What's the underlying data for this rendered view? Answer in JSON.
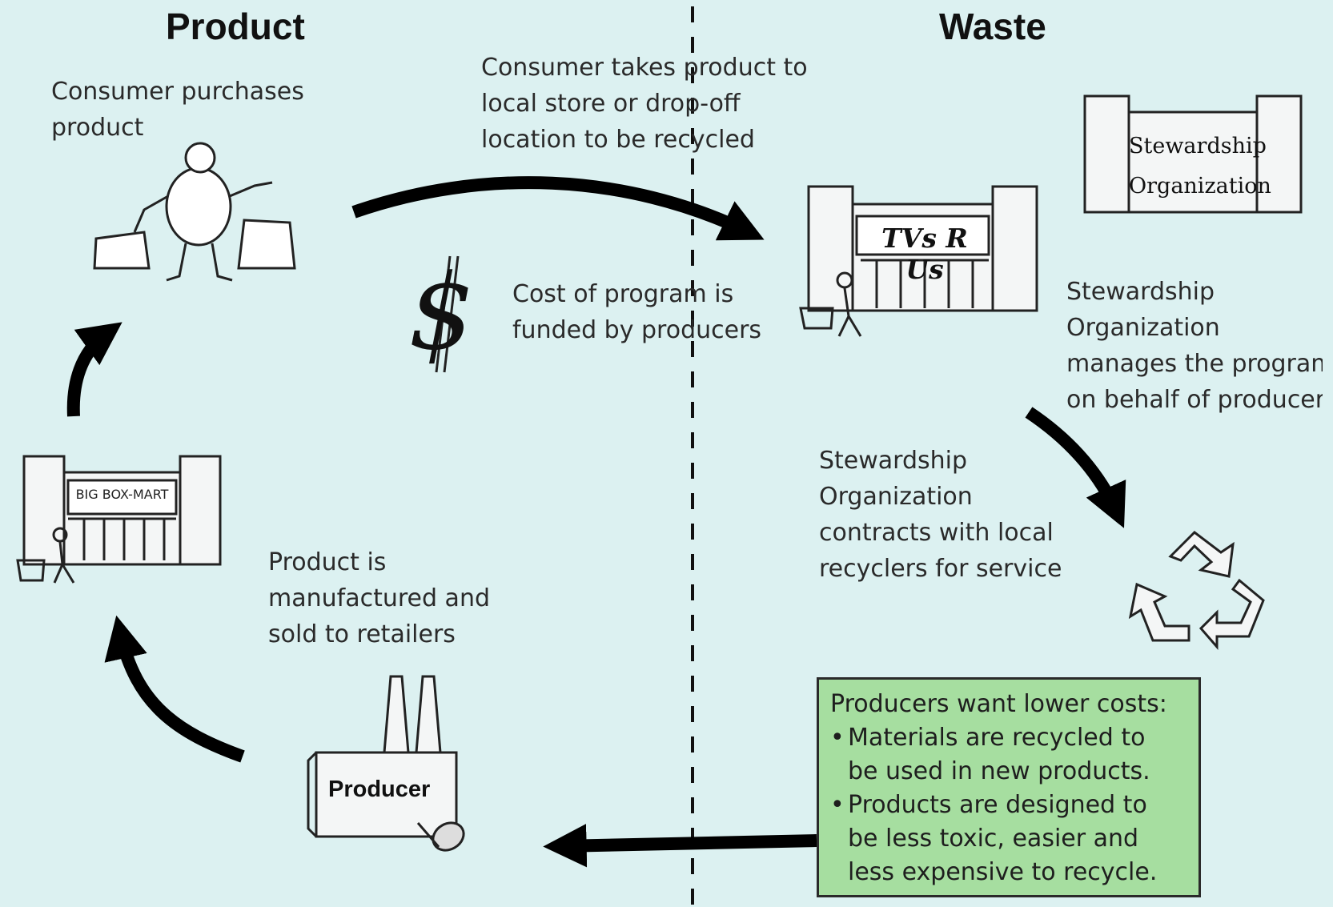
{
  "headings": {
    "left": "Product",
    "right": "Waste"
  },
  "captions": {
    "consumer": [
      "Consumer purchases",
      "product"
    ],
    "takes_back": [
      "Consumer takes product to",
      "local store or drop-off",
      "location to be recycled"
    ],
    "cost": [
      "Cost of program is",
      "funded by producers"
    ],
    "manages": [
      "Stewardship",
      "Organization",
      "manages the program",
      "on behalf of producers"
    ],
    "contracts": [
      "Stewardship",
      "Organization",
      "contracts with local",
      "recyclers for service"
    ],
    "manufactured": [
      "Product is",
      "manufactured and",
      "sold to retailers"
    ]
  },
  "buildings": {
    "tv_store": "TVs R Us",
    "stewardship_top": "Stewardship",
    "stewardship_bottom": "Organization",
    "big_box": "BIG BOX-MART",
    "factory": "Producer"
  },
  "dollar_symbol": "$",
  "incentive_box": {
    "title": "Producers want lower costs:",
    "bullets": [
      [
        "Materials are recycled to",
        "be used in new products."
      ],
      [
        "Products are designed to",
        "be less toxic, easier and",
        "less expensive to recycle."
      ]
    ]
  },
  "colors": {
    "background": "#dcf1f1",
    "box_fill": "#a6dea0",
    "arrow": "#000000"
  }
}
